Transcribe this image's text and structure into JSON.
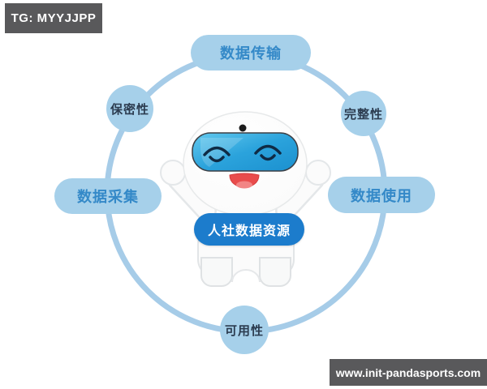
{
  "overlays": {
    "top_left_badge": {
      "text": "TG: MYYJJPP",
      "bg": "#59595b",
      "text_color": "#ffffff"
    },
    "bottom_right_badge": {
      "text": "www.init-pandasports.com",
      "bg": "#59595b",
      "text_color": "#ffffff"
    }
  },
  "diagram": {
    "title_center_label": "人社数据资源",
    "nodes": [
      {
        "label": "数据传输",
        "shape": "pill",
        "position": "top"
      },
      {
        "label": "完整性",
        "shape": "circle",
        "position": "upper-right"
      },
      {
        "label": "数据使用",
        "shape": "pill",
        "position": "right"
      },
      {
        "label": "可用性",
        "shape": "circle",
        "position": "bottom"
      },
      {
        "label": "数据采集",
        "shape": "pill",
        "position": "left"
      },
      {
        "label": "保密性",
        "shape": "circle",
        "position": "upper-left"
      }
    ],
    "colors": {
      "ring": "#a6cce8",
      "node_fill": "#a6d0ea",
      "pill_text": "#3489c8",
      "circle_text": "#2c3c50",
      "center_fill": "#1c7ccc",
      "center_text": "#ffffff",
      "visor_glass": "#2ba3dc",
      "mouth": "#e94c4c"
    },
    "mascot": "white robot with blue visor, arms raised"
  }
}
